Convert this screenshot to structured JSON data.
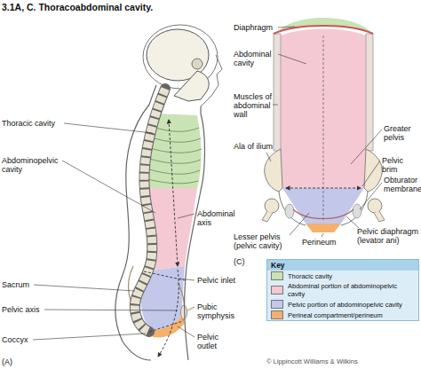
{
  "diagram": {
    "title": "3.1A, C. Thoracoabdominal cavity.",
    "labels": [
      "Thoracic cavity",
      "Abdominopelvic cavity",
      "Abdominal axis",
      "Sacrum",
      "Pelvic axis",
      "Coccyx",
      "Pelvic inlet",
      "Pubic symphysis",
      "Pelvic outlet",
      "(A)",
      "Diaphragm",
      "Abdominal cavity",
      "Muscles of abdominal wall",
      "Greater pelvis",
      "Pelvic brim",
      "Ala of ilium",
      "Obturator membrane",
      "Lesser pelvis (pelvic cavity)",
      "Perineum",
      "Pelvic diaphragm (levator ani)",
      "(C)",
      "Key",
      "© Lippincott Williams & Wilkins"
    ],
    "legend": [
      {
        "text": "Thoracic cavity",
        "color": "#c9e3b5"
      },
      {
        "text": "Abdominal portion of abdominopelvic cavity",
        "color": "#f5c9d3"
      },
      {
        "text": "Pelvic portion of abdominopelvic cavity",
        "color": "#c3c8ea"
      },
      {
        "text": "Perineal compartment/perineum",
        "color": "#f4b06c"
      }
    ]
  }
}
